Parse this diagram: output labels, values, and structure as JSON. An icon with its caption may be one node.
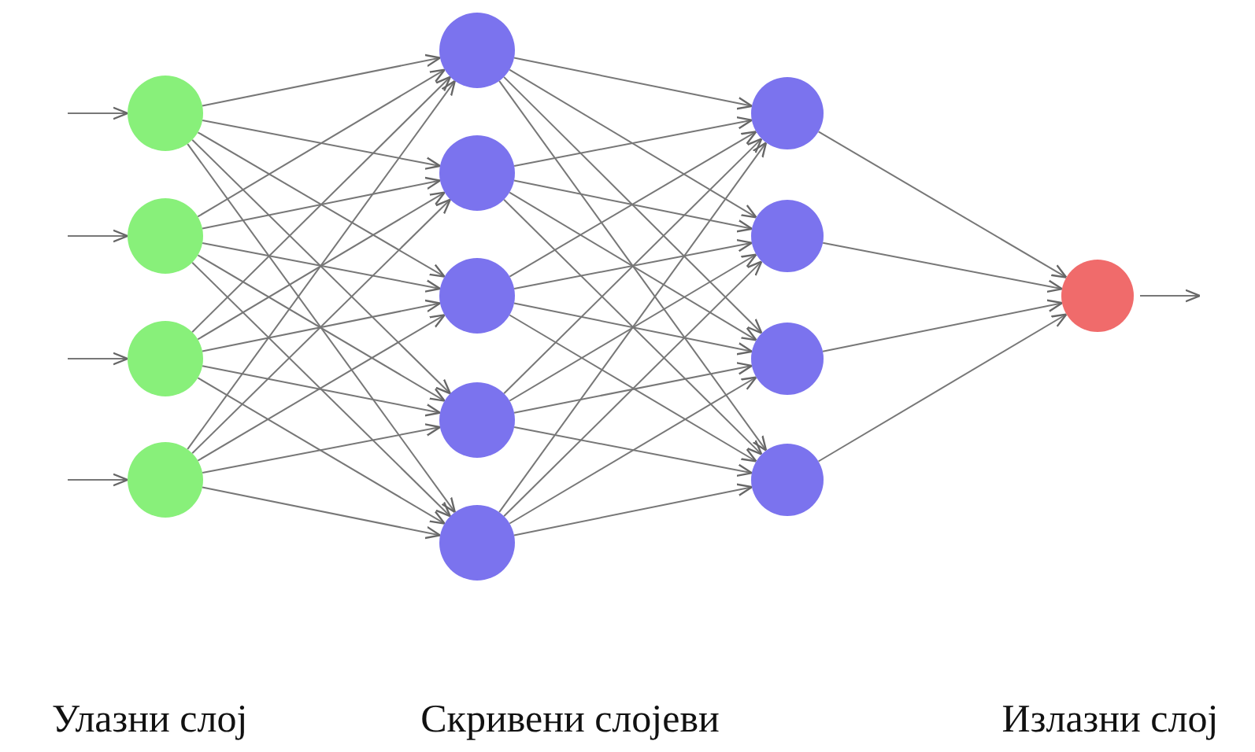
{
  "diagram": {
    "nodes": [
      {
        "text": [],
        "shape": "circle"
      },
      {
        "text": [],
        "shape": "circle"
      },
      {
        "text": [],
        "shape": "circle"
      },
      {
        "text": [],
        "shape": "circle"
      },
      {
        "text": [],
        "shape": "circle"
      },
      {
        "text": [],
        "shape": "circle"
      },
      {
        "text": [],
        "shape": "circle"
      },
      {
        "text": [],
        "shape": "circle"
      },
      {
        "text": [],
        "shape": "circle"
      },
      {
        "text": [],
        "shape": "circle"
      },
      {
        "text": [],
        "shape": "circle"
      },
      {
        "text": [],
        "shape": "circle"
      },
      {
        "text": [],
        "shape": "circle"
      },
      {
        "text": [],
        "shape": "circle"
      }
    ],
    "edges": [
      {
        "from": null,
        "to": 0,
        "arrow": "to"
      },
      {
        "from": null,
        "to": 1,
        "arrow": "to"
      },
      {
        "from": null,
        "to": 2,
        "arrow": "to"
      },
      {
        "from": null,
        "to": 3,
        "arrow": "to"
      },
      {
        "from": 0,
        "to": 4,
        "arrow": "to"
      },
      {
        "from": 0,
        "to": 5,
        "arrow": "to"
      },
      {
        "from": 0,
        "to": 6,
        "arrow": "to"
      },
      {
        "from": 0,
        "to": 7,
        "arrow": "to"
      },
      {
        "from": 0,
        "to": 8,
        "arrow": "to"
      },
      {
        "from": 1,
        "to": 4,
        "arrow": "to"
      },
      {
        "from": 1,
        "to": 5,
        "arrow": "to"
      },
      {
        "from": 1,
        "to": 6,
        "arrow": "to"
      },
      {
        "from": 1,
        "to": 7,
        "arrow": "to"
      },
      {
        "from": 1,
        "to": 8,
        "arrow": "to"
      },
      {
        "from": 2,
        "to": 4,
        "arrow": "to"
      },
      {
        "from": 2,
        "to": 5,
        "arrow": "to"
      },
      {
        "from": 2,
        "to": 6,
        "arrow": "to"
      },
      {
        "from": 2,
        "to": 7,
        "arrow": "to"
      },
      {
        "from": 2,
        "to": 8,
        "arrow": "to"
      },
      {
        "from": 3,
        "to": 4,
        "arrow": "to"
      },
      {
        "from": 3,
        "to": 5,
        "arrow": "to"
      },
      {
        "from": 3,
        "to": 6,
        "arrow": "to"
      },
      {
        "from": 3,
        "to": 7,
        "arrow": "to"
      },
      {
        "from": 3,
        "to": 8,
        "arrow": "to"
      },
      {
        "from": 4,
        "to": 9,
        "arrow": "to"
      },
      {
        "from": 4,
        "to": 10,
        "arrow": "to"
      },
      {
        "from": 4,
        "to": 11,
        "arrow": "to"
      },
      {
        "from": 4,
        "to": 12,
        "arrow": "to"
      },
      {
        "from": 5,
        "to": 9,
        "arrow": "to"
      },
      {
        "from": 5,
        "to": 10,
        "arrow": "to"
      },
      {
        "from": 5,
        "to": 11,
        "arrow": "to"
      },
      {
        "from": 5,
        "to": 12,
        "arrow": "to"
      },
      {
        "from": 6,
        "to": 9,
        "arrow": "to"
      },
      {
        "from": 6,
        "to": 10,
        "arrow": "to"
      },
      {
        "from": 6,
        "to": 11,
        "arrow": "to"
      },
      {
        "from": 6,
        "to": 12,
        "arrow": "to"
      },
      {
        "from": 7,
        "to": 9,
        "arrow": "to"
      },
      {
        "from": 7,
        "to": 10,
        "arrow": "to"
      },
      {
        "from": 7,
        "to": 11,
        "arrow": "to"
      },
      {
        "from": 7,
        "to": 12,
        "arrow": "to"
      },
      {
        "from": 8,
        "to": 9,
        "arrow": "to"
      },
      {
        "from": 8,
        "to": 10,
        "arrow": "to"
      },
      {
        "from": 8,
        "to": 11,
        "arrow": "to"
      },
      {
        "from": 8,
        "to": 12,
        "arrow": "to"
      },
      {
        "from": 9,
        "to": 13,
        "arrow": "to"
      },
      {
        "from": 10,
        "to": 13,
        "arrow": "to"
      },
      {
        "from": 11,
        "to": 13,
        "arrow": "to"
      },
      {
        "from": 12,
        "to": 13,
        "arrow": "to"
      },
      {
        "from": 13,
        "to": null,
        "arrow": "to"
      }
    ],
    "labels": [
      "Улазни слој",
      "Скривени слојеви",
      "Излазни слој"
    ]
  }
}
